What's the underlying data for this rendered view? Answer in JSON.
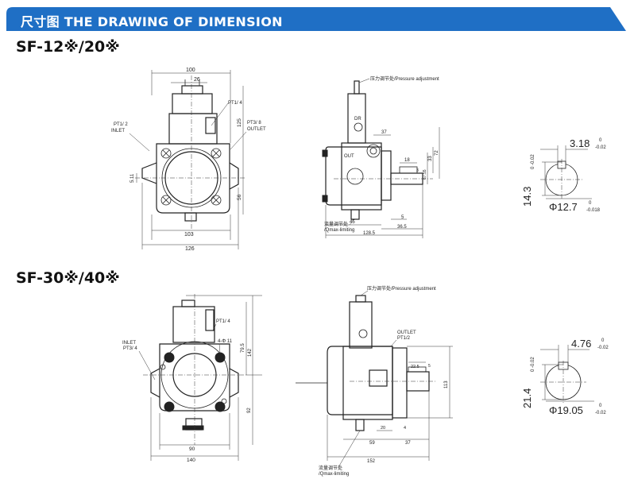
{
  "header": {
    "title": "尺寸图  THE DRAWING OF DIMENSION",
    "accent_color": "#1f6fc5"
  },
  "models": [
    {
      "label": "SF-12※/20※",
      "front": {
        "dim_width_top": "100",
        "dim_top_small": "26",
        "pt14": "PT1/ 4",
        "pt12_label": "PT1/ 2",
        "inlet": "INLET",
        "pt38_label": "PT3/ 8",
        "outlet": "OUTLET",
        "dim_125": "125",
        "dim_left_11": "5.11",
        "dim_56": "56",
        "dim_103": "103",
        "dim_126": "126"
      },
      "side": {
        "pressure_adjust": "压力调节处/Pressure adjustment",
        "dr": "DR",
        "out": "OUT",
        "dim_37": "37",
        "dim_33": "33",
        "dim_72": "72",
        "dim_18": "18",
        "dim_3": "3",
        "dim_67_55": "67.55",
        "dim_45": "45",
        "dim_5": "5",
        "dim_36_5": "36.5",
        "dim_128_5": "128.5",
        "qmax": "流量调节处",
        "qmax_en": "/Qmax-limiting"
      },
      "shaft": {
        "key_width": "3.18",
        "key_tol": "0-0.02",
        "height": "14.3",
        "height_tol": "0-0.02",
        "diameter": "Φ12.7",
        "diameter_tol": "0-0.018"
      }
    },
    {
      "label": "SF-30※/40※",
      "front": {
        "pt14": "PT1/ 4",
        "holes": "4-Φ 11",
        "inlet": "INLET",
        "pt34": "PT3/ 4",
        "dim_79_5": "79.5",
        "dim_142": "142",
        "dim_92": "92",
        "dim_90": "90",
        "dim_140": "140"
      },
      "side": {
        "pressure_adjust": "压力调节处/Pressure adjustment",
        "outlet": "OUTLET",
        "pt12": "PT1/2",
        "dim_22_5": "22.5",
        "dim_5": "5",
        "dim_113": "113",
        "dim_20": "20",
        "dim_4": "4",
        "dim_59": "59",
        "dim_37": "37",
        "dim_152": "152",
        "qmax": "流量调节处",
        "qmax_en": "/Qmax-limiting"
      },
      "shaft": {
        "key_width": "4.76",
        "key_tol": "0-0.02",
        "height": "21.4",
        "height_tol": "0-0.02",
        "diameter": "Φ19.05",
        "diameter_tol": "0-0.02"
      }
    }
  ]
}
